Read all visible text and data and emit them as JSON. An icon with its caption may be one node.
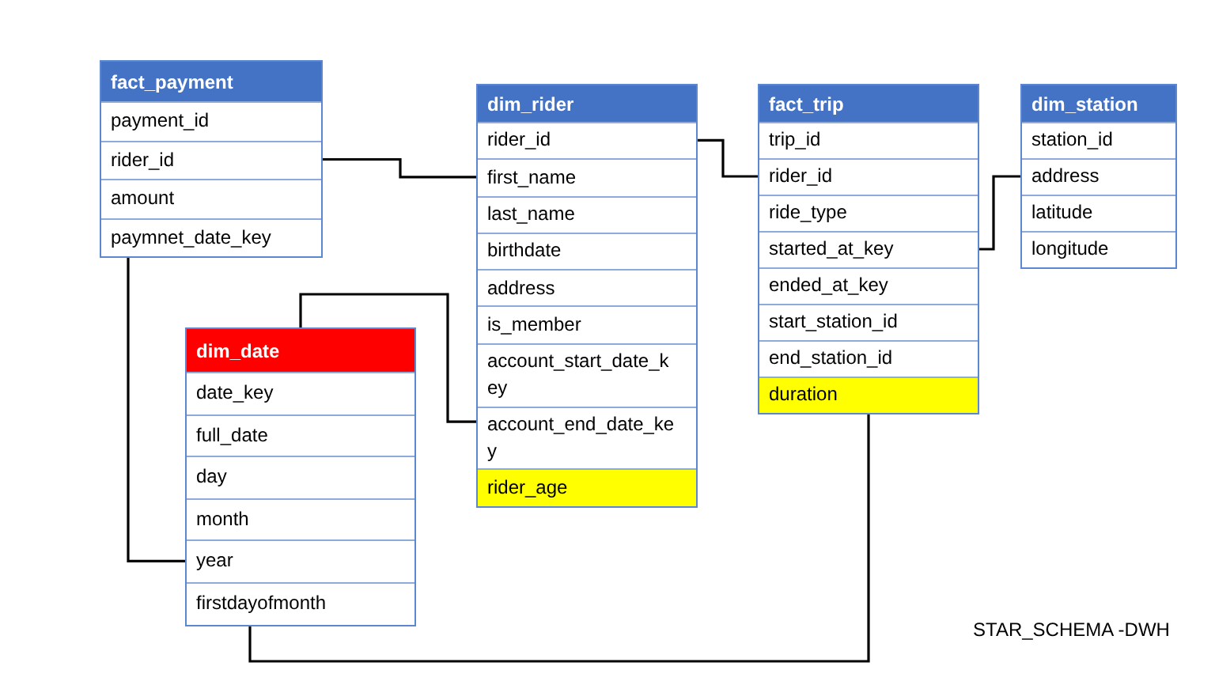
{
  "diagram": {
    "nodes": [
      {
        "text": [
          "fact_payment"
        ]
      },
      {
        "text": [
          "payment_id"
        ],
        "in": 0
      },
      {
        "text": [
          "rider_id"
        ],
        "in": 0
      },
      {
        "text": [
          "amount"
        ],
        "in": 0
      },
      {
        "text": [
          "paymnet_date_key"
        ],
        "in": 0
      },
      {
        "text": [
          "dim_rider"
        ]
      },
      {
        "text": [
          "rider_id"
        ],
        "in": 5
      },
      {
        "text": [
          "first_name"
        ],
        "in": 5
      },
      {
        "text": [
          "last_name"
        ],
        "in": 5
      },
      {
        "text": [
          "birthdate"
        ],
        "in": 5
      },
      {
        "text": [
          "address"
        ],
        "in": 5
      },
      {
        "text": [
          "is_member"
        ],
        "in": 5
      },
      {
        "text": [
          "account_start_date_key"
        ],
        "in": 5
      },
      {
        "text": [
          "account_end_date_key"
        ],
        "in": 5
      },
      {
        "text": [
          "rider_age"
        ],
        "in": 5
      },
      {
        "text": [
          "fact_trip"
        ]
      },
      {
        "text": [
          "trip_id"
        ],
        "in": 15
      },
      {
        "text": [
          "rider_id"
        ],
        "in": 15
      },
      {
        "text": [
          "ride_type"
        ],
        "in": 15
      },
      {
        "text": [
          "started_at_key"
        ],
        "in": 15
      },
      {
        "text": [
          "ended_at_key"
        ],
        "in": 15
      },
      {
        "text": [
          "start_station_id"
        ],
        "in": 15
      },
      {
        "text": [
          "end_station_id"
        ],
        "in": 15
      },
      {
        "text": [
          "duration"
        ],
        "in": 15
      },
      {
        "text": [
          "dim_station"
        ]
      },
      {
        "text": [
          "station_id"
        ],
        "in": 24
      },
      {
        "text": [
          "address"
        ],
        "in": 24
      },
      {
        "text": [
          "latitude"
        ],
        "in": 24
      },
      {
        "text": [
          "longitude"
        ],
        "in": 24
      },
      {
        "text": [
          "dim_date"
        ]
      },
      {
        "text": [
          "date_key"
        ],
        "in": 29
      },
      {
        "text": [
          "full_date"
        ],
        "in": 29
      },
      {
        "text": [
          "day"
        ],
        "in": 29
      },
      {
        "text": [
          "month"
        ],
        "in": 29
      },
      {
        "text": [
          "year"
        ],
        "in": 29
      },
      {
        "text": [
          "firstdayofmonth"
        ],
        "in": 29
      }
    ],
    "edges": [
      {
        "from": 2,
        "to": 7,
        "arrow": "none"
      },
      {
        "from": 4,
        "to": 34,
        "arrow": "none"
      },
      {
        "from": 29,
        "to": 13,
        "arrow": "none"
      },
      {
        "from": 6,
        "to": 17,
        "arrow": "none"
      },
      {
        "from": 19,
        "to": 26,
        "arrow": "none"
      },
      {
        "from": 35,
        "to": 23,
        "arrow": "none"
      }
    ],
    "labels": [
      "STAR_SCHEMA -DWH"
    ]
  }
}
